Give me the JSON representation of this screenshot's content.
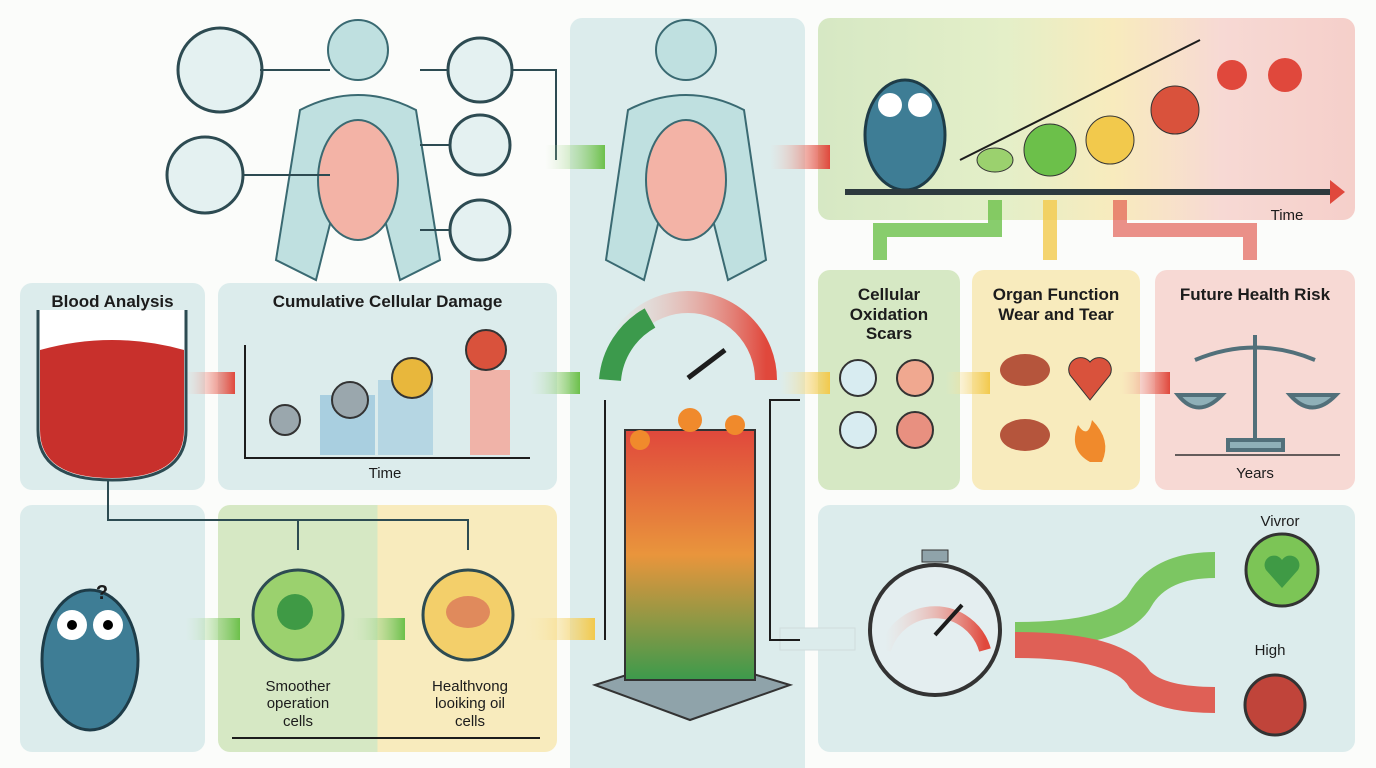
{
  "panels": {
    "blood_analysis": {
      "title": "Blood Analysis"
    },
    "cumulative_damage": {
      "title": "Cumulative Cellular Damage",
      "axis_label": "Time"
    },
    "timeline": {
      "axis_label": "Time"
    },
    "oxidation": {
      "title_lines": [
        "Cellular",
        "Oxidation",
        "Scars"
      ]
    },
    "organ": {
      "title_lines": [
        "Organ Function",
        "Wear and Tear"
      ]
    },
    "risk": {
      "title": "Future Health Risk",
      "axis_label": "Years"
    },
    "cells": {
      "smoother_lines": [
        "Smoother",
        "operation",
        "cells"
      ],
      "healthy_lines": [
        "Healthvong",
        "looiking oil",
        "cells"
      ]
    },
    "outcome": {
      "good_label": "Vivror",
      "bad_label": "High"
    },
    "owl": {
      "question_mark": "?"
    }
  },
  "colors": {
    "green": "#6cc04a",
    "yellow": "#f2c94c",
    "red": "#e0483c",
    "blue_panel": "#dcecec",
    "green_panel": "#d6e8c4",
    "yellow_panel": "#f8ebbd",
    "pink_panel": "#f7d9d4"
  },
  "icons": [
    "human-body-icon",
    "owl-icon",
    "gear-icon",
    "gauge-icon",
    "stopwatch-icon",
    "heart-icon",
    "liver-icon",
    "scale-icon",
    "flame-icon",
    "cell-icon",
    "beaker-icon",
    "document-stack-icon"
  ]
}
